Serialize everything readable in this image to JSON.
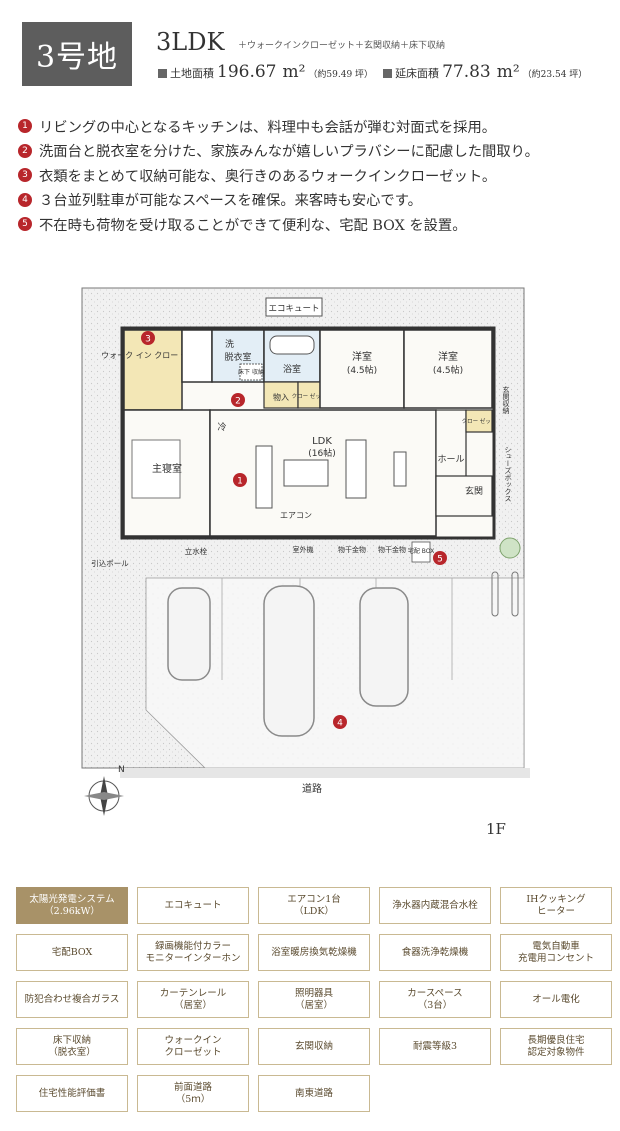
{
  "header": {
    "lot_label": "3号地",
    "plan_type": "3LDK",
    "plan_extras": "＋ウォークインクローゼット＋玄関収納＋床下収納",
    "land_area_label": "土地面積",
    "land_area_value": "196.67",
    "land_area_unit": "m²",
    "land_area_tsubo": "（約59.49 坪）",
    "floor_area_label": "延床面積",
    "floor_area_value": "77.83",
    "floor_area_unit": "m²",
    "floor_area_tsubo": "（約23.54 坪）"
  },
  "features": [
    {
      "num": "1",
      "text": "リビングの中心となるキッチンは、料理中も会話が弾む対面式を採用。"
    },
    {
      "num": "2",
      "text": "洗面台と脱衣室を分けた、家族みんなが嬉しいプラバシーに配慮した間取り。"
    },
    {
      "num": "3",
      "text": "衣類をまとめて収納可能な、奥行きのあるウォークインクローゼット。"
    },
    {
      "num": "4",
      "text": "３台並列駐車が可能なスペースを確保。来客時も安心です。"
    },
    {
      "num": "5",
      "text": "不在時も荷物を受け取ることができて便利な、宅配 BOX を設置。"
    }
  ],
  "plan": {
    "ecocute": "エコキュート",
    "washroom": "洗",
    "dressing": "脱衣室",
    "underfloor": "床下\n収納",
    "bath": "浴室",
    "wic": "ウォーク\nイン\nクロー\nゼット",
    "storage": "物入",
    "closet_small": "クロー\nゼット",
    "western1": "洋室",
    "western1_size": "(4.5帖)",
    "western2": "洋室",
    "western2_size": "(4.5帖)",
    "fridge": "冷",
    "ldk": "LDK",
    "ldk_size": "(16帖)",
    "master": "主寝室",
    "hall": "ホール",
    "entrance": "玄関",
    "closet2": "クロー\nゼット",
    "entrance_storage": "玄関収納",
    "shoes_box": "シューズボックス",
    "aircon": "エアコン",
    "outdoor_unit": "室外機",
    "laundry1": "物干金物",
    "laundry2": "物干金物",
    "delivery_box": "宅配\nBOX",
    "faucet": "立水栓",
    "service_pole": "引込ポール",
    "road": "道路",
    "north": "N",
    "markers": [
      "1",
      "2",
      "3",
      "4",
      "5"
    ]
  },
  "floor_label": "1F",
  "tags": [
    {
      "label": "太陽光発電システム\n（2.96kW）",
      "highlight": true
    },
    {
      "label": "エコキュート",
      "highlight": false
    },
    {
      "label": "エアコン1台\n（LDK）",
      "highlight": false
    },
    {
      "label": "浄水器内蔵混合水栓",
      "highlight": false
    },
    {
      "label": "IHクッキング\nヒーター",
      "highlight": false
    },
    {
      "label": "宅配BOX",
      "highlight": false
    },
    {
      "label": "録画機能付カラー\nモニターインターホン",
      "highlight": false
    },
    {
      "label": "浴室暖房換気乾燥機",
      "highlight": false
    },
    {
      "label": "食器洗浄乾燥機",
      "highlight": false
    },
    {
      "label": "電気自動車\n充電用コンセント",
      "highlight": false
    },
    {
      "label": "防犯合わせ複合ガラス",
      "highlight": false
    },
    {
      "label": "カーテンレール\n（居室）",
      "highlight": false
    },
    {
      "label": "照明器具\n（居室）",
      "highlight": false
    },
    {
      "label": "カースペース\n（3台）",
      "highlight": false
    },
    {
      "label": "オール電化",
      "highlight": false
    },
    {
      "label": "床下収納\n（脱衣室）",
      "highlight": false
    },
    {
      "label": "ウォークイン\nクローゼット",
      "highlight": false
    },
    {
      "label": "玄関収納",
      "highlight": false
    },
    {
      "label": "耐震等級3",
      "highlight": false
    },
    {
      "label": "長期優良住宅\n認定対象物件",
      "highlight": false
    },
    {
      "label": "住宅性能評価書",
      "highlight": false
    },
    {
      "label": "前面道路\n（5ｍ）",
      "highlight": false
    },
    {
      "label": "南東道路",
      "highlight": false
    }
  ]
}
